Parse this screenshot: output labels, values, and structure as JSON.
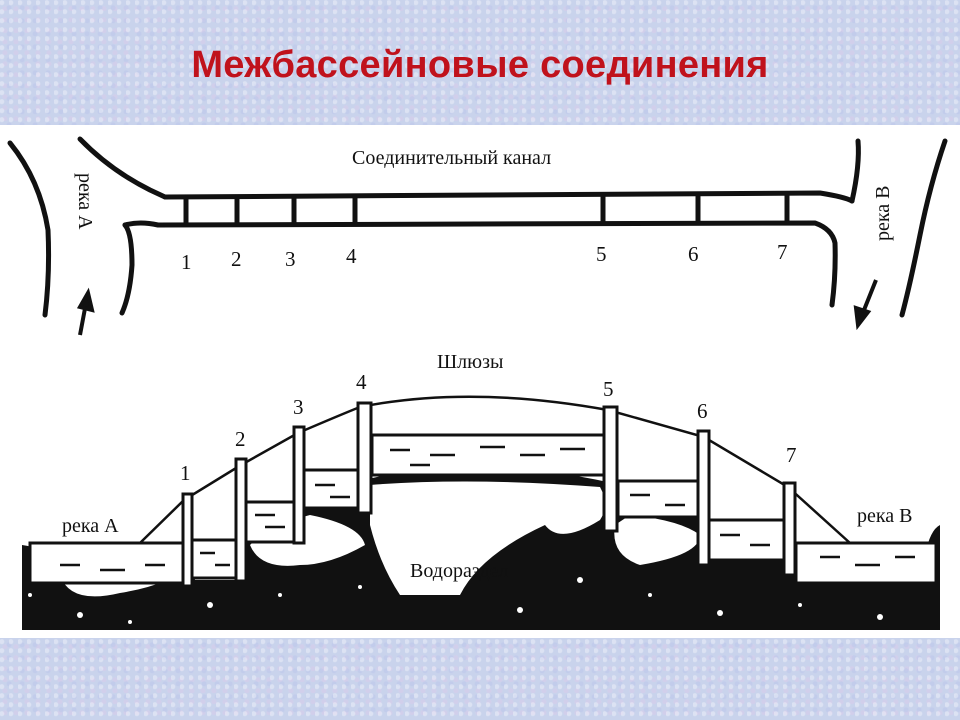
{
  "slide": {
    "title": "Межбассейновые соединения"
  },
  "plan": {
    "canal_label": "Соединительный канал",
    "river_a": "река А",
    "river_b": "река В",
    "lock_numbers": [
      "1",
      "2",
      "3",
      "4",
      "5",
      "6",
      "7"
    ]
  },
  "profile": {
    "locks_label": "Шлюзы",
    "watershed_label": "Водораздел",
    "river_a": "река А",
    "river_b": "река В",
    "lock_numbers": [
      "1",
      "2",
      "3",
      "4",
      "5",
      "6",
      "7"
    ]
  },
  "colors": {
    "title": "#c0121c",
    "ink": "#111111",
    "background": "#c9d3ec"
  }
}
